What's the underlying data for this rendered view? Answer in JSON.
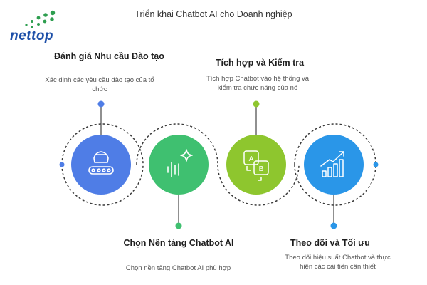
{
  "title": "Triển khai Chatbot AI cho Doanh nghiệp",
  "logo": {
    "text": "nettop",
    "color": "#1d4fa8",
    "dot_color": "#2e9e4f"
  },
  "steps": [
    {
      "heading": "Đánh giá Nhu cầu Đào tạo",
      "description": "Xác định các yêu cầu đào tạo của tổ chức",
      "color": "#4f7de6",
      "icon": "conveyor-training-icon"
    },
    {
      "heading": "Chọn Nền tảng Chatbot AI",
      "description": "Chọn nền tảng Chatbot AI phù hợp",
      "color": "#3fc070",
      "icon": "sparkle-voice-icon"
    },
    {
      "heading": "Tích hợp và Kiểm tra",
      "description": "Tích hợp Chatbot vào hệ thống và kiểm tra chức năng của nó",
      "color": "#8ec62e",
      "icon": "translate-ab-icon"
    },
    {
      "heading": "Theo dõi và Tối ưu",
      "description": "Theo dõi hiệu suất Chatbot và thực hiện các cải tiến cần thiết",
      "color": "#2a96e8",
      "icon": "growth-chart-icon"
    }
  ]
}
